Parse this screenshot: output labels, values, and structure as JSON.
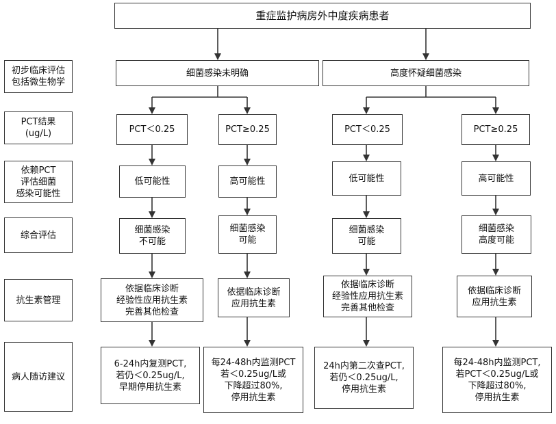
{
  "title": "重症监护病房外中度疾病患者",
  "row_labels": [
    "初步临床评估\n包括微生物学",
    "PCT结果\n(ug/L)",
    "依赖PCT\n评估细菌\n感染可能性",
    "综合评估",
    "抗生素管理",
    "病人随访建议"
  ],
  "groups": [
    "细菌感染未明确",
    "高度怀疑细菌感染"
  ],
  "columns": [
    {
      "pct": "PCT＜0.25",
      "likelihood": "低可能性",
      "assessment": "细菌感染\n不可能",
      "antibiotic": "依据临床诊断\n经验性应用抗生素\n完善其他检查",
      "followup": "6-24h内复测PCT,\n若仍＜0.25ug/L,\n早期停用抗生素"
    },
    {
      "pct": "PCT≥0.25",
      "likelihood": "高可能性",
      "assessment": "细菌感染\n可能",
      "antibiotic": "依据临床诊断\n应用抗生素",
      "followup": "每24-48h内监测PCT\n若＜0.25ug/L或\n下降超过80%,\n停用抗生素"
    },
    {
      "pct": "PCT＜0.25",
      "likelihood": "低可能性",
      "assessment": "细菌感染\n可能",
      "antibiotic": "依据临床诊断\n经验性应用抗生素\n完善其他检查",
      "followup": "24h内第二次查PCT,\n若仍＜0.25ug/L,\n停用抗生素"
    },
    {
      "pct": "PCT≥0.25",
      "likelihood": "高可能性",
      "assessment": "细菌感染\n高度可能",
      "antibiotic": "依据临床诊断\n应用抗生素",
      "followup": "每24-48h内监测PCT,\n若PCT＜0.25ug/L或\n下降超过80%,\n停用抗生素"
    }
  ]
}
